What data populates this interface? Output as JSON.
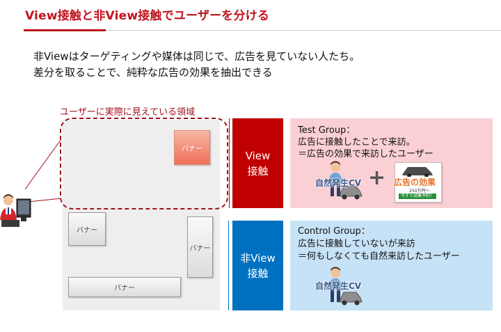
{
  "title": "View接触と非View接触でユーザーを分ける",
  "description": {
    "line1": "非Viewはターゲティングや媒体は同じで、広告を見ていない人たち。",
    "line2": "差分を取ることで、純粋な広告の効果を抽出できる"
  },
  "site": {
    "visible_area_label": "ユーザーに実際に見えている領域",
    "banner_label": "バナー"
  },
  "view_group": {
    "label_line1": "View",
    "label_line2": "接触",
    "panel_title": "Test Group：",
    "panel_line1": "広告に接触したことで来訪。",
    "panel_line2": "＝広告の効果で来訪したユーザー",
    "natural_label": "自然発生CV",
    "plus": "+",
    "ad_effect_label": "広告の効果",
    "ad_price": "250万円～",
    "ad_cta": "今すぐ試乗予約！"
  },
  "nonview_group": {
    "label_line1": "非View",
    "label_line2": "接触",
    "panel_title": "Control Group：",
    "panel_line1": "広告に接触していないが来訪",
    "panel_line2": "＝何もしなくても自然来訪したユーザー",
    "natural_label": "自然発生CV"
  },
  "colors": {
    "accent_red": "#c00000",
    "accent_blue": "#0070c0",
    "test_bg": "#fbd0d5",
    "control_bg": "#c6e2f6",
    "title_red": "#c0141e"
  },
  "icons": [
    "user-at-computer-icon",
    "person-icon",
    "car-icon",
    "plus-icon"
  ]
}
